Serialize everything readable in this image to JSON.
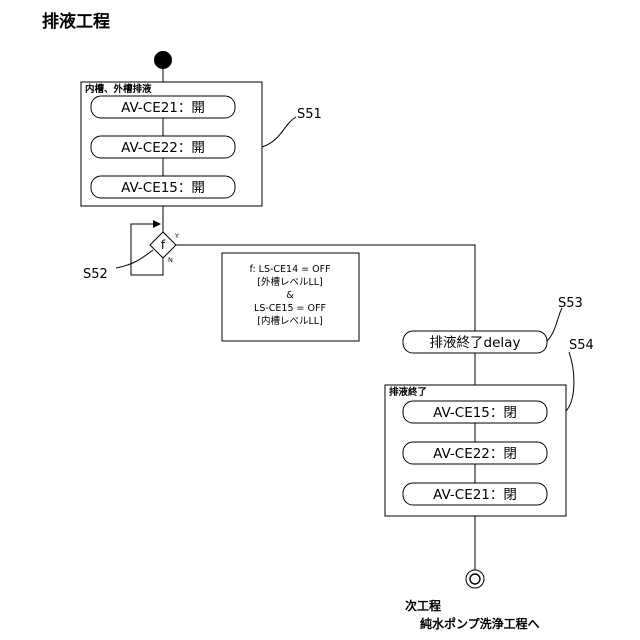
{
  "title": "排液工程",
  "group1": {
    "label": "内槽、外槽排液",
    "actions": [
      "AV-CE21：開",
      "AV-CE22：開",
      "AV-CE15：開"
    ],
    "callout": "S51"
  },
  "decision": {
    "symbol": "f",
    "yes": "Y",
    "no": "N",
    "callout": "S52"
  },
  "condition": {
    "lines": [
      "f: LS-CE14 = OFF",
      "[外槽レベルLL]",
      "&",
      "LS-CE15 = OFF",
      "[内槽レベルLL]"
    ]
  },
  "delay": {
    "label": "排液終了delay",
    "callout": "S53"
  },
  "group2": {
    "label": "排液終了",
    "actions": [
      "AV-CE15：閉",
      "AV-CE22：閉",
      "AV-CE21：閉"
    ],
    "callout": "S54"
  },
  "next": {
    "line1": "次工程",
    "line2": "純水ポンプ洗浄工程へ"
  }
}
